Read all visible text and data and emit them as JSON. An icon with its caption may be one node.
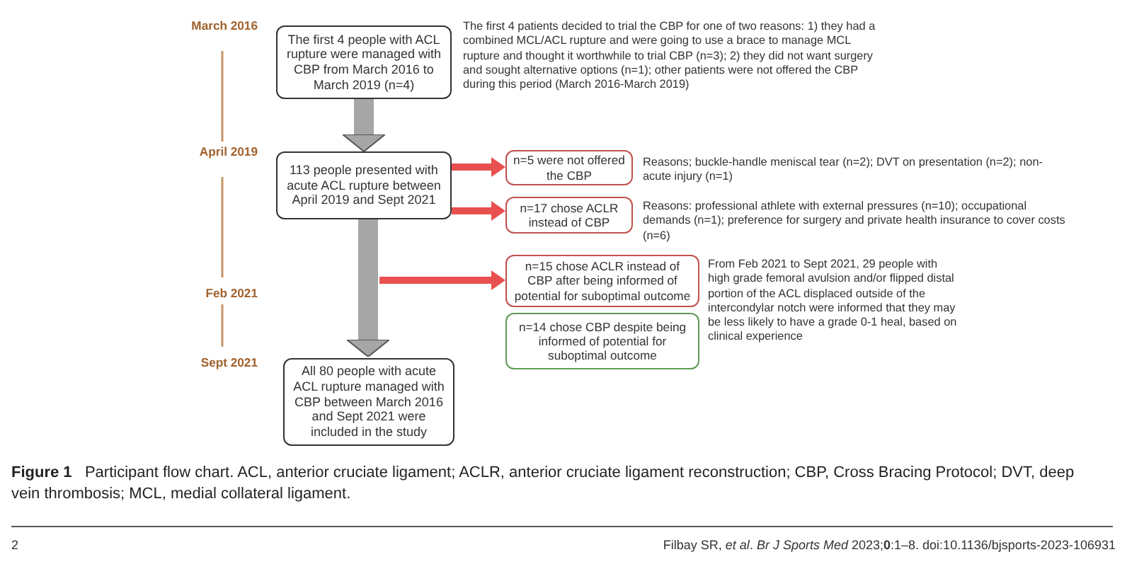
{
  "diagram": {
    "caption": "**Figure 1**   Participant flow chart. ACL, anterior cruciate ligament; ACLR, anterior cruciate ligament reconstruction; CBP, Cross Bracing Protocol; DVT, deep vein thrombosis; MCL, medial collateral ligament.",
    "nodes": [
      {
        "text": [
          "The first 4 people with ACL rupture were managed with CBP from March 2016 to March 2019 (n=4)"
        ],
        "beside": [
          "The first 4 patients decided to trial the CBP for one of two reasons: 1) they had a combined MCL/ACL rupture and were going to use a brace to manage MCL rupture and thought it worthwhile to trial CBP (n=3); 2) they did not want surgery and sought alternative options (n=1); other patients were not offered the CBP during this period (March 2016-March 2019)"
        ]
      },
      {
        "text": [
          "113 people presented with acute ACL rupture between April 2019 and Sept 2021"
        ]
      },
      {
        "text": [
          "n=5 were not offered the CBP"
        ],
        "beside": [
          "Reasons; buckle-handle meniscal tear (n=2); DVT on presentation (n=2); non-acute injury (n=1)"
        ]
      },
      {
        "text": [
          "n=17 chose ACLR instead of CBP"
        ],
        "beside": [
          "Reasons: professional athlete with external pressures (n=10); occupational demands (n=1); preference for surgery and private health insurance to cover costs (n=6)"
        ]
      },
      {
        "text": [
          "n=15 chose ACLR instead of CBP after being informed of potential for suboptimal outcome"
        ]
      },
      {
        "text": [
          "n=14 chose CBP despite being informed of potential for suboptimal outcome"
        ]
      },
      {
        "text": [
          "All 80 people with acute ACL rupture managed with CBP between March 2016 and Sept 2021 were included in the study"
        ]
      }
    ],
    "edges": [
      {
        "from": 0,
        "to": 1,
        "arrow": "to",
        "style": "thick",
        "color": "#a6a6a6"
      },
      {
        "from": 1,
        "to": 6,
        "arrow": "to",
        "style": "thick",
        "color": "#a6a6a6"
      },
      {
        "from": 1,
        "to": 2,
        "arrow": "to"
      },
      {
        "from": 1,
        "to": 3,
        "arrow": "to"
      },
      {
        "from": null,
        "to": 4,
        "arrow": "to"
      }
    ],
    "labels": [
      "March 2016",
      "April 2019",
      "Feb 2021",
      "Sept 2021",
      "From Feb 2021 to Sept 2021, 29 people with high grade femoral avulsion and/or flipped distal portion of the ACL displaced outside of the intercondylar notch were informed that they may be less likely to have a grade 0-1 heal, based on clinical experience",
      "2",
      "Filbay SR, *et al*. *Br J Sports Med* 2023;**0**:1–8. doi:10.1136/bjsports-2023-106931"
    ]
  }
}
